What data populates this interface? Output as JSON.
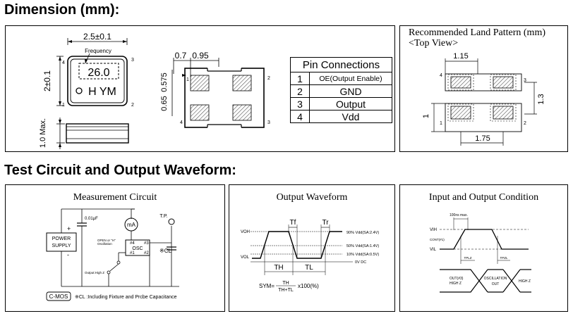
{
  "headings": {
    "dimension": "Dimension (mm):",
    "test_circuit": "Test Circuit and Output Waveform:"
  },
  "package": {
    "width": "2.5±0.1",
    "height": "2±0.1",
    "thickness": "1.0 Max.",
    "frequency_label": "Frequency",
    "frequency_value": "26.0",
    "marking": "H YM",
    "pins": [
      "1",
      "2",
      "3",
      "4"
    ]
  },
  "pad_view": {
    "dim_a": "0.7",
    "dim_b": "0.95",
    "dim_c": "0.575",
    "dim_d": "0.65",
    "pins": [
      "1",
      "2",
      "3",
      "4"
    ]
  },
  "pin_connections": {
    "title": "Pin Connections",
    "rows": [
      {
        "num": "1",
        "signal": "OE(Output Enable)"
      },
      {
        "num": "2",
        "signal": "GND"
      },
      {
        "num": "3",
        "signal": "Output"
      },
      {
        "num": "4",
        "signal": "Vdd"
      }
    ]
  },
  "land_pattern": {
    "title": "Recommended Land Pattern (mm)",
    "subtitle": "<Top View>",
    "dim_top": "1.15",
    "dim_right": "1.3",
    "dim_left": "1",
    "dim_bottom": "1.75",
    "pins": [
      "1",
      "2",
      "3",
      "4"
    ]
  },
  "measurement": {
    "title": "Measurement Circuit",
    "cap_label": "0.01μF",
    "meter_label": "mA",
    "tp_label": "T.P.",
    "power_supply": [
      "POWER",
      "SUPPLY"
    ],
    "plus": "+",
    "minus": "-",
    "switch_label": [
      "OPEN or \"H\"",
      "Oscillation"
    ],
    "output_high_z": "Output:High Z",
    "osc_label": "OSC",
    "osc_pins": [
      "#4",
      "#3",
      "#1",
      "#2"
    ],
    "cl_label": "※CL",
    "cmos": "C-MOS",
    "note": "※CL :Including Fixture and Prcbe Capacitance"
  },
  "output_waveform": {
    "title": "Output Waveform",
    "voh": "VOH",
    "vol": "VOL",
    "tf": "Tf",
    "tr": "Tr",
    "th": "TH",
    "tl": "TL",
    "lvl_90": "90% Vdd(SA:2.4V)",
    "lvl_50": "50% Vdd(SA:1.4V)",
    "lvl_10": "10% Vdd(SA:0.5V)",
    "lvl_0": "0V DC",
    "sym_prefix": "SYM=",
    "sym_num": "TH",
    "sym_den": "TH+TL",
    "sym_suffix": "x100(%)"
  },
  "io_condition": {
    "title": "Input and Output Condition",
    "max_label": "100ns max.",
    "vih": "VIH",
    "vil": "VIL",
    "cont": "CONT(#1)",
    "tplz": "TPLZ",
    "tpzl": "TPZL",
    "out_label": [
      "OUT(#3)",
      "HIGH Z"
    ],
    "osc_label": [
      "OSCILLATION",
      "OUT"
    ],
    "high_z": "HIGH Z"
  }
}
